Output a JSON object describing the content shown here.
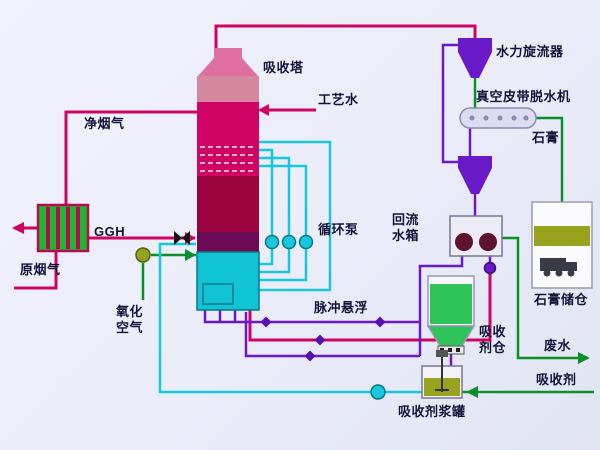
{
  "labels": {
    "absorption_tower": "吸收塔",
    "process_water": "工艺水",
    "clean_flue_gas": "净烟气",
    "ggh": "GGH",
    "raw_flue_gas": "原烟气",
    "oxidation_air": "氧化\n空气",
    "circulation_pumps": "循环泵",
    "pulse_suspension": "脉冲悬浮",
    "hydrocyclone": "水力旋流器",
    "vacuum_belt_dewaterer": "真空皮带脱水机",
    "gypsum": "石膏",
    "return_water_tank": "回流\n水箱",
    "gypsum_silo": "石膏储仓",
    "absorbent_silo": "吸收\n剂仓",
    "waste_water": "废水",
    "absorbent": "吸收剂",
    "absorbent_slurry_tank": "吸收剂浆罐"
  },
  "colors": {
    "background": "#eceef8",
    "pipe_flue_gas": "#cf0363",
    "pipe_recirculation": "#17c8dc",
    "pipe_slurry_purple": "#6a19c9",
    "pipe_water_green": "#0a8f2a",
    "valve_purple": "#5a0fb0",
    "tower_cap": "#df6f9f",
    "tower_shell_rose": "#d4879f",
    "tower_body": "#cf0363",
    "tower_body_dark": "#9c0440",
    "tower_band_purple": "#6d0a56",
    "tower_sump": "#10c4d6",
    "ggh_body": "#1fb832",
    "ggh_stripe": "#b80a50",
    "vessel_purple": "#6a19c9",
    "gypsum_olive": "#97a31c",
    "absorbent_green": "#2ec45a",
    "dark_metal": "#3a3a46"
  }
}
